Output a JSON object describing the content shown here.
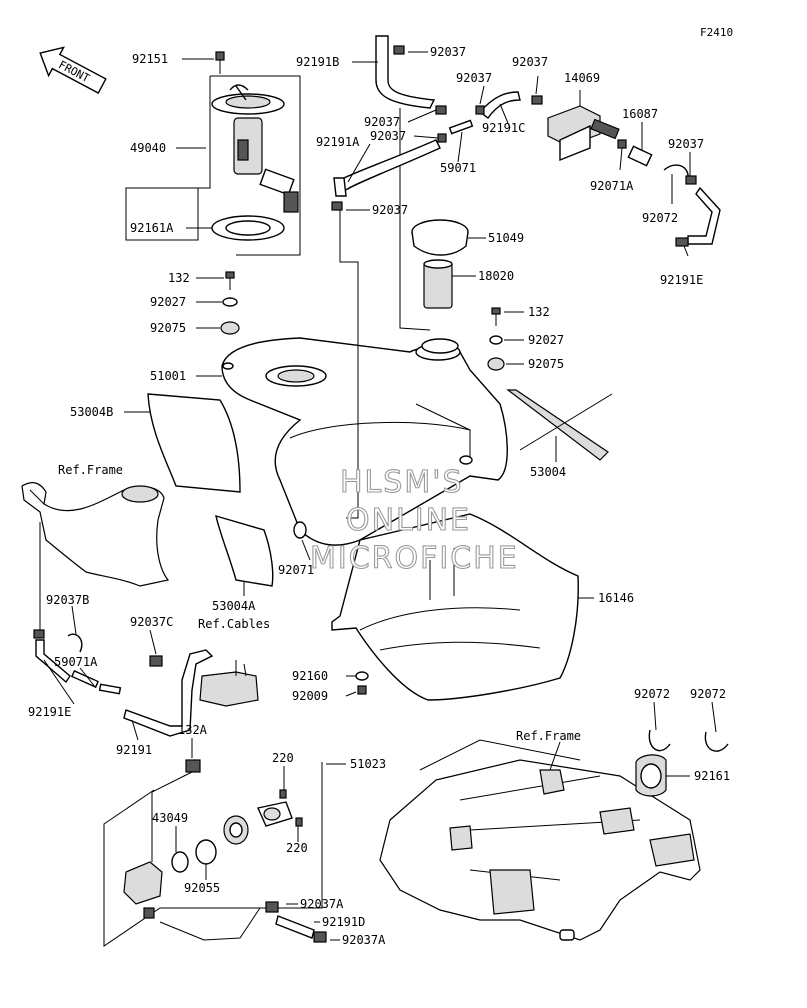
{
  "figure_code": "F2410",
  "front_indicator": "FRONT",
  "watermark": [
    "HLSM'S",
    "ONLINE",
    "MICROFICHE"
  ],
  "reference_labels": {
    "frame_left": "Ref.Frame",
    "cables": "Ref.Cables",
    "frame_right": "Ref.Frame"
  },
  "part_numbers": {
    "p92151": "92151",
    "p49040": "49040",
    "p92161A": "92161A",
    "p132_top": "132",
    "p92027_left": "92027",
    "p92075_left": "92075",
    "p51001": "51001",
    "p53004B": "53004B",
    "p92191B": "92191B",
    "p92037_a": "92037",
    "p92037_b": "92037",
    "p92037_c": "92037",
    "p92037_d": "92037",
    "p92037_e": "92037",
    "p92037_f": "92037",
    "p92037_g": "92037",
    "p14069": "14069",
    "p16087": "16087",
    "p92191C": "92191C",
    "p92191A": "92191A",
    "p59071": "59071",
    "p92071A": "92071A",
    "p92072_top": "92072",
    "p92191E_right": "92191E",
    "p51049": "51049",
    "p18020": "18020",
    "p132_right": "132",
    "p92027_right": "92027",
    "p92075_right": "92075",
    "p53004": "53004",
    "p92071": "92071",
    "p53004A": "53004A",
    "p16146": "16146",
    "p92037B": "92037B",
    "p92037C": "92037C",
    "p59071A": "59071A",
    "p92191E_left": "92191E",
    "p92191": "92191",
    "p92160": "92160",
    "p92009": "92009",
    "p132A": "132A",
    "p51023": "51023",
    "p220_top": "220",
    "p220_bottom": "220",
    "p43049": "43049",
    "p92055": "92055",
    "p92037A_top": "92037A",
    "p92191D": "92191D",
    "p92037A_bottom": "92037A",
    "p92072_r1": "92072",
    "p92072_r2": "92072",
    "p92161": "92161"
  }
}
